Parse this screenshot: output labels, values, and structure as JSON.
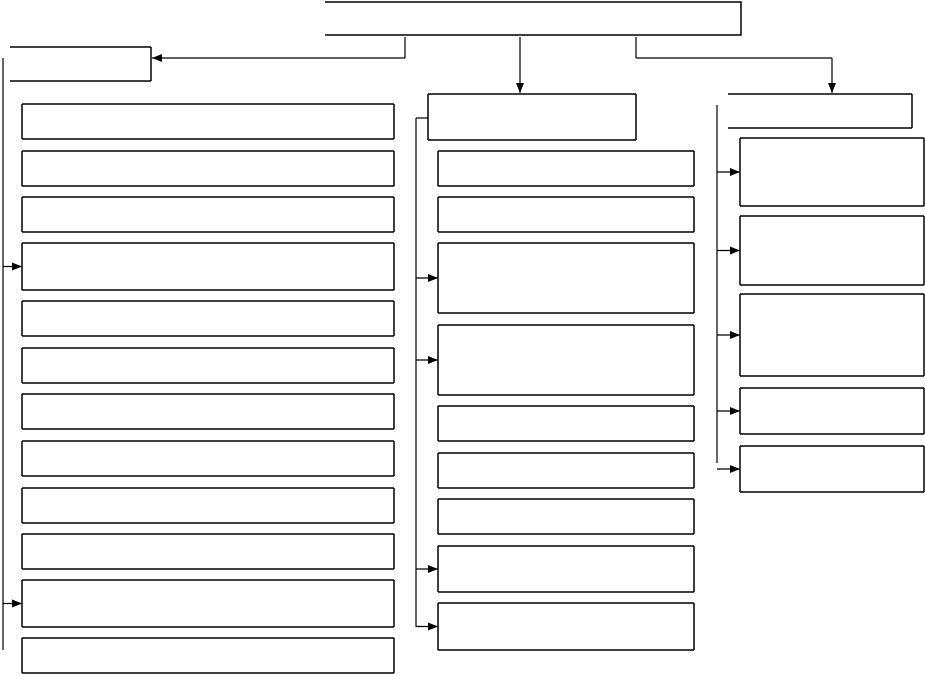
{
  "diagram": {
    "root": {
      "label": ""
    },
    "branches": [
      {
        "id": "left",
        "header": {
          "label": ""
        },
        "items": [
          {
            "label": ""
          },
          {
            "label": ""
          },
          {
            "label": ""
          },
          {
            "label": ""
          },
          {
            "label": ""
          },
          {
            "label": ""
          },
          {
            "label": ""
          },
          {
            "label": ""
          },
          {
            "label": ""
          },
          {
            "label": ""
          },
          {
            "label": ""
          },
          {
            "label": ""
          }
        ]
      },
      {
        "id": "middle",
        "header": {
          "label": ""
        },
        "items": [
          {
            "label": ""
          },
          {
            "label": ""
          },
          {
            "label": ""
          },
          {
            "label": ""
          },
          {
            "label": ""
          },
          {
            "label": ""
          },
          {
            "label": ""
          },
          {
            "label": ""
          },
          {
            "label": ""
          }
        ]
      },
      {
        "id": "right",
        "header": {
          "label": ""
        },
        "items": [
          {
            "label": ""
          },
          {
            "label": ""
          },
          {
            "label": ""
          },
          {
            "label": ""
          },
          {
            "label": ""
          }
        ]
      }
    ],
    "colors": {
      "stroke": "#000000",
      "background": "#ffffff"
    }
  }
}
